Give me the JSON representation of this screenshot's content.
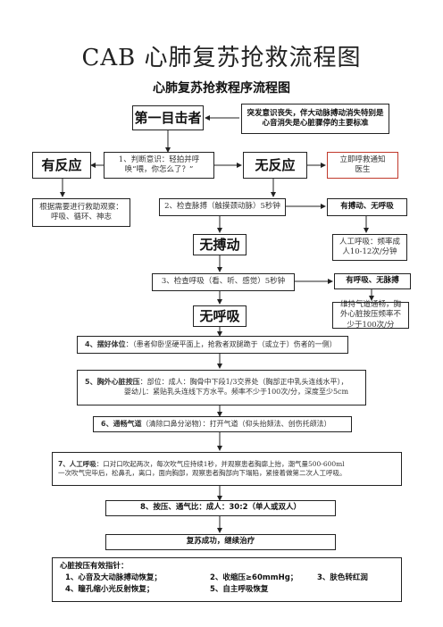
{
  "title": "CAB 心肺复苏抢救流程图",
  "subtitle": "心肺复苏抢救程序流程图",
  "nodes": {
    "first_witness": "第一目击者",
    "sudden_loss": "突发意识丧失，伴大动脉搏动消失特别是心音消失是心脏骤停的主要标准",
    "has_response": "有反应",
    "judge_consciousness": "1、判断意识：轻拍并呼唤“喂，你怎么了？”",
    "no_response": "无反应",
    "call_help": "立即呼救通知医生",
    "observe": "根据需要进行救助观察：呼吸、循环、神志",
    "check_pulse": "2、检查脉搏（触摸颈动脉）5秒钟",
    "pulse_no_breath": "有搏动、无呼吸",
    "no_pulse": "无搏动",
    "artificial_breath": "人工呼吸：频率成人10-12次/分钟",
    "check_breath": "3、检查呼吸（看、听、感觉）5秒钟",
    "breath_no_pulse": "有呼吸、无脉搏",
    "no_breath": "无呼吸",
    "maintain_airway": "维持气道通畅，胸外心脏按压频率不少于100次/分",
    "step4_label": "4、摆好体位",
    "step4_text": "：（患者仰卧坚硬平面上，抢救者双腿跪于（或立于）伤者的一侧）",
    "step5_label": "5、胸外心脏按压",
    "step5_text": "：部位：成人：胸骨中下段1/3交界处（胸部正中乳头连线水平），",
    "step5_text2": "婴幼儿：紧贴乳头连线下方水平。频率不少于100次/分，深度至少5cm",
    "step6_label": "6、通畅气道",
    "step6_text": "（清除口鼻分泌物）：打开气道（仰头抬颏法、创伤托颌法）",
    "step7_label": "7、人工呼吸",
    "step7_text": "：口对口吹起两次，每次吹气应持续1秒，并观察患者胸廓上抬，潮气量500-600ml",
    "step7_text2": "一次吹气完毕后，松鼻孔，离口，面向胸部，观察患者胸部向下塌陷，紧接着做第二次人工呼吸。",
    "step8": "8、按压、通气比：成人：30:2（单人或双人）",
    "success": "复苏成功，继续治疗",
    "indicators_title": "心脏按压有效指针：",
    "ind1": "1、心音及大动脉搏动恢复；",
    "ind2": "2、收缩压≥60mmHg；",
    "ind3": "3、肤色转红润",
    "ind4": "4、瞳孔缩小光反射恢复；",
    "ind5": "5、自主呼吸恢复"
  }
}
